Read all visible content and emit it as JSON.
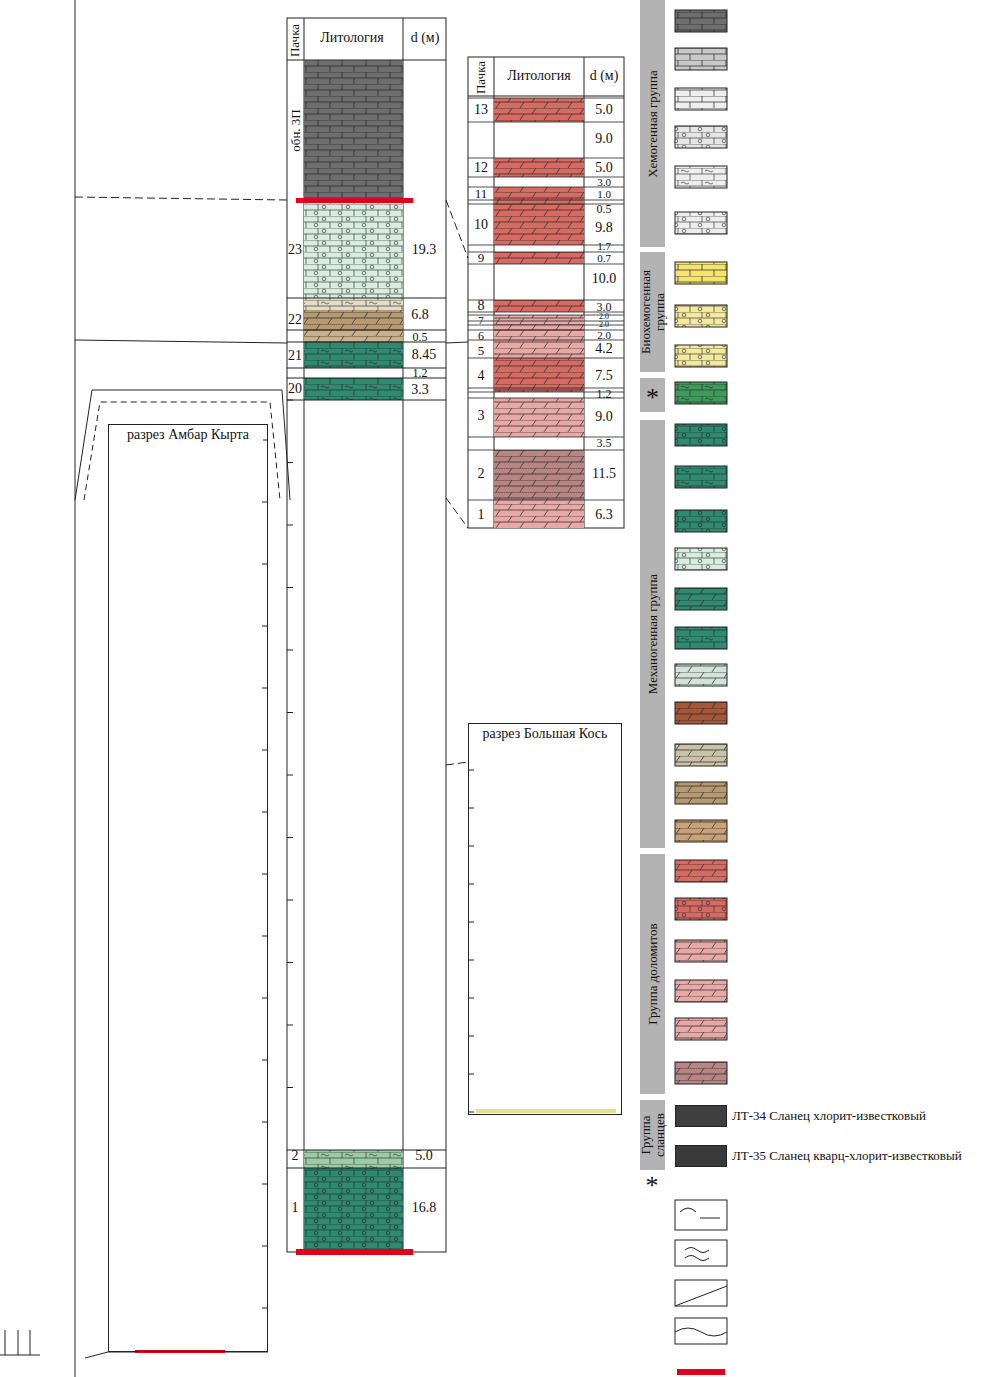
{
  "diagram": {
    "nodes": [
      {
        "text": [
          "Хемогенная группа"
        ]
      },
      {
        "text": [
          "Биохемогенная группа"
        ]
      },
      {
        "text": [
          "*"
        ]
      },
      {
        "text": [
          "Механогенная группа"
        ]
      },
      {
        "text": [
          "Группа доломитов"
        ]
      },
      {
        "text": [
          "Группа сланцев"
        ]
      },
      {
        "text": [
          "разрез Амбар Кырта"
        ]
      },
      {
        "text": [
          "разрез Большая Кось"
        ]
      }
    ],
    "labels": [
      "Пачка",
      "Литология",
      "d (м)",
      "обн. 3П",
      "23",
      "19.3",
      "22",
      "6.8",
      "0.5",
      "21",
      "8.45",
      "1.2",
      "20",
      "3.3",
      "2",
      "5.0",
      "1",
      "16.8",
      "Пачка",
      "Литология",
      "d (м)",
      "13",
      "5.0",
      "9.0",
      "12",
      "5.0",
      "3.0",
      "11",
      "1.0",
      "0.5",
      "10",
      "9.8",
      "1.7",
      "9",
      "0.7",
      "10.0",
      "8",
      "3.0",
      "7",
      "2.0",
      "2.0",
      "6",
      "2.0",
      "5",
      "4.2",
      "4",
      "7.5",
      "1.2",
      "3",
      "9.0",
      "3.5",
      "2",
      "11.5",
      "6.3",
      "1",
      "*"
    ],
    "legend": [
      {
        "text": "ЛТ-34 Сланец хлорит-известковый",
        "color": "#3f3f3f"
      },
      {
        "text": "ЛТ-35 Сланец кварц-хлорит-известковый",
        "color": "#3a3a3a"
      }
    ]
  }
}
